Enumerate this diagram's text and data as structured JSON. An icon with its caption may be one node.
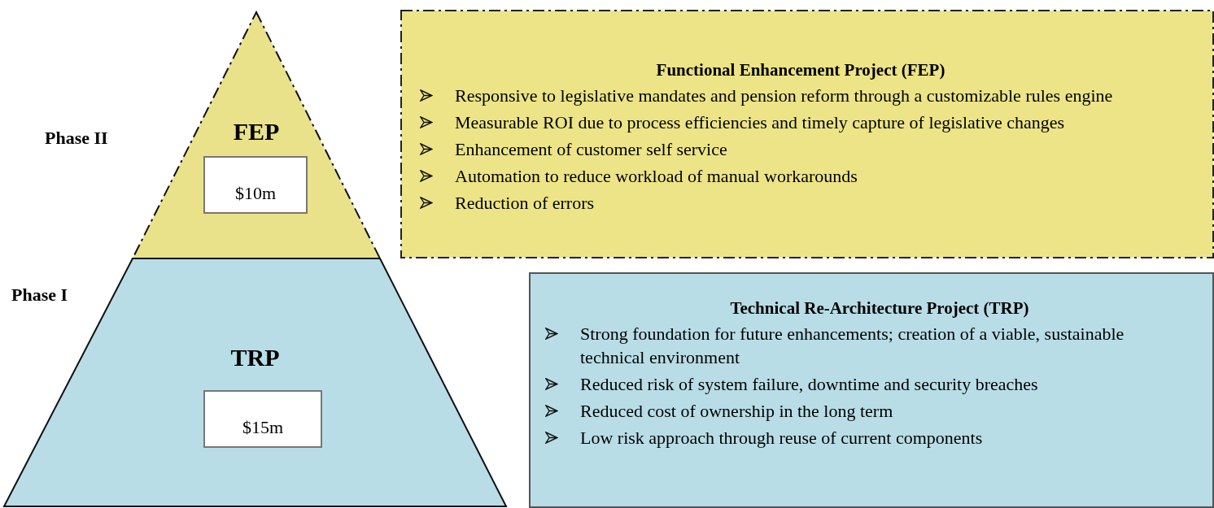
{
  "diagram": {
    "nodes": [
      {
        "text": [
          "FEP"
        ],
        "beside": [
          "Phase II"
        ]
      },
      {
        "text": [
          "$10m"
        ],
        "in": 0
      },
      {
        "text": [
          "TRP"
        ],
        "beside": [
          "Phase I"
        ]
      },
      {
        "text": [
          "$15m"
        ],
        "in": 2
      },
      {
        "text": [
          "Functional Enhancement Project (FEP)",
          "Responsive to legislative mandates and pension reform through a customizable rules engine",
          "Measurable ROI due to process efficiencies and timely capture of legislative changes",
          "Enhancement of customer self service",
          "Automation to reduce workload of manual workarounds",
          "Reduction of errors"
        ]
      },
      {
        "text": [
          "Technical Re-Architecture Project (TRP)",
          "Strong foundation for future enhancements; creation of a viable, sustainable technical environment",
          "Reduced risk of system failure, downtime and security breaches",
          "Reduced cost of ownership in the long term",
          "Low risk approach through reuse of current components"
        ]
      }
    ],
    "edges": []
  }
}
